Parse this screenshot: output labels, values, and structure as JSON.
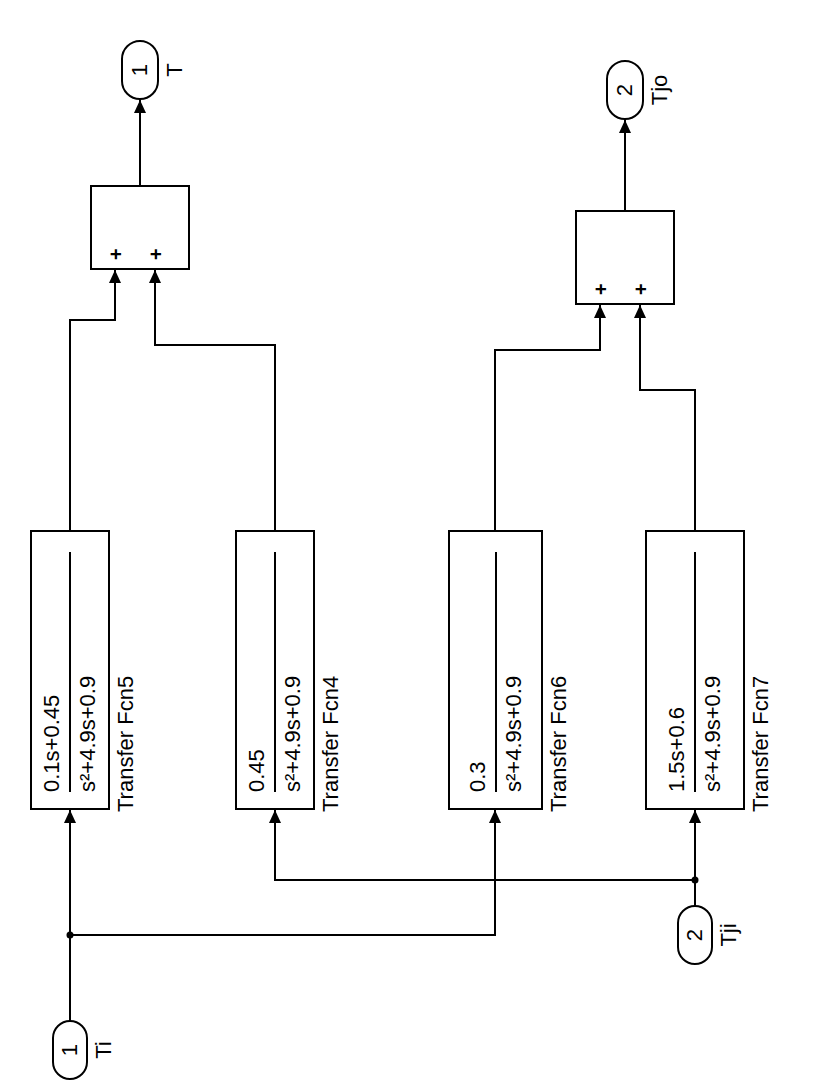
{
  "diagram": {
    "nodes": [
      {
        "text": [
          "1",
          "Ti"
        ]
      },
      {
        "text": [
          "2",
          "Tji"
        ]
      },
      {
        "text": [
          "0.1s+0.45",
          "s²+4.9s+0.9",
          "Transfer Fcn5"
        ]
      },
      {
        "text": [
          "0.45",
          "s²+4.9s+0.9",
          "Transfer Fcn4"
        ]
      },
      {
        "text": [
          "0.3",
          "s²+4.9s+0.9",
          "Transfer Fcn6"
        ]
      },
      {
        "text": [
          "1.5s+0.6",
          "s²+4.9s+0.9",
          "Transfer Fcn7"
        ]
      },
      {
        "text": [
          "+",
          "+"
        ]
      },
      {
        "text": [
          "+",
          "+"
        ]
      },
      {
        "text": [
          "1",
          "T"
        ]
      },
      {
        "text": [
          "2",
          "Tjo"
        ]
      }
    ],
    "edges": [
      {
        "from": 0,
        "to": 2,
        "arrow": "to"
      },
      {
        "from": 0,
        "to": 4,
        "arrow": "to"
      },
      {
        "from": 1,
        "to": 3,
        "arrow": "to"
      },
      {
        "from": 1,
        "to": 5,
        "arrow": "to"
      },
      {
        "from": 2,
        "to": 6,
        "arrow": "to"
      },
      {
        "from": 3,
        "to": 6,
        "arrow": "to"
      },
      {
        "from": 4,
        "to": 7,
        "arrow": "to"
      },
      {
        "from": 5,
        "to": 7,
        "arrow": "to"
      },
      {
        "from": 6,
        "to": 8,
        "arrow": "to"
      },
      {
        "from": 7,
        "to": 9,
        "arrow": "to"
      }
    ]
  }
}
